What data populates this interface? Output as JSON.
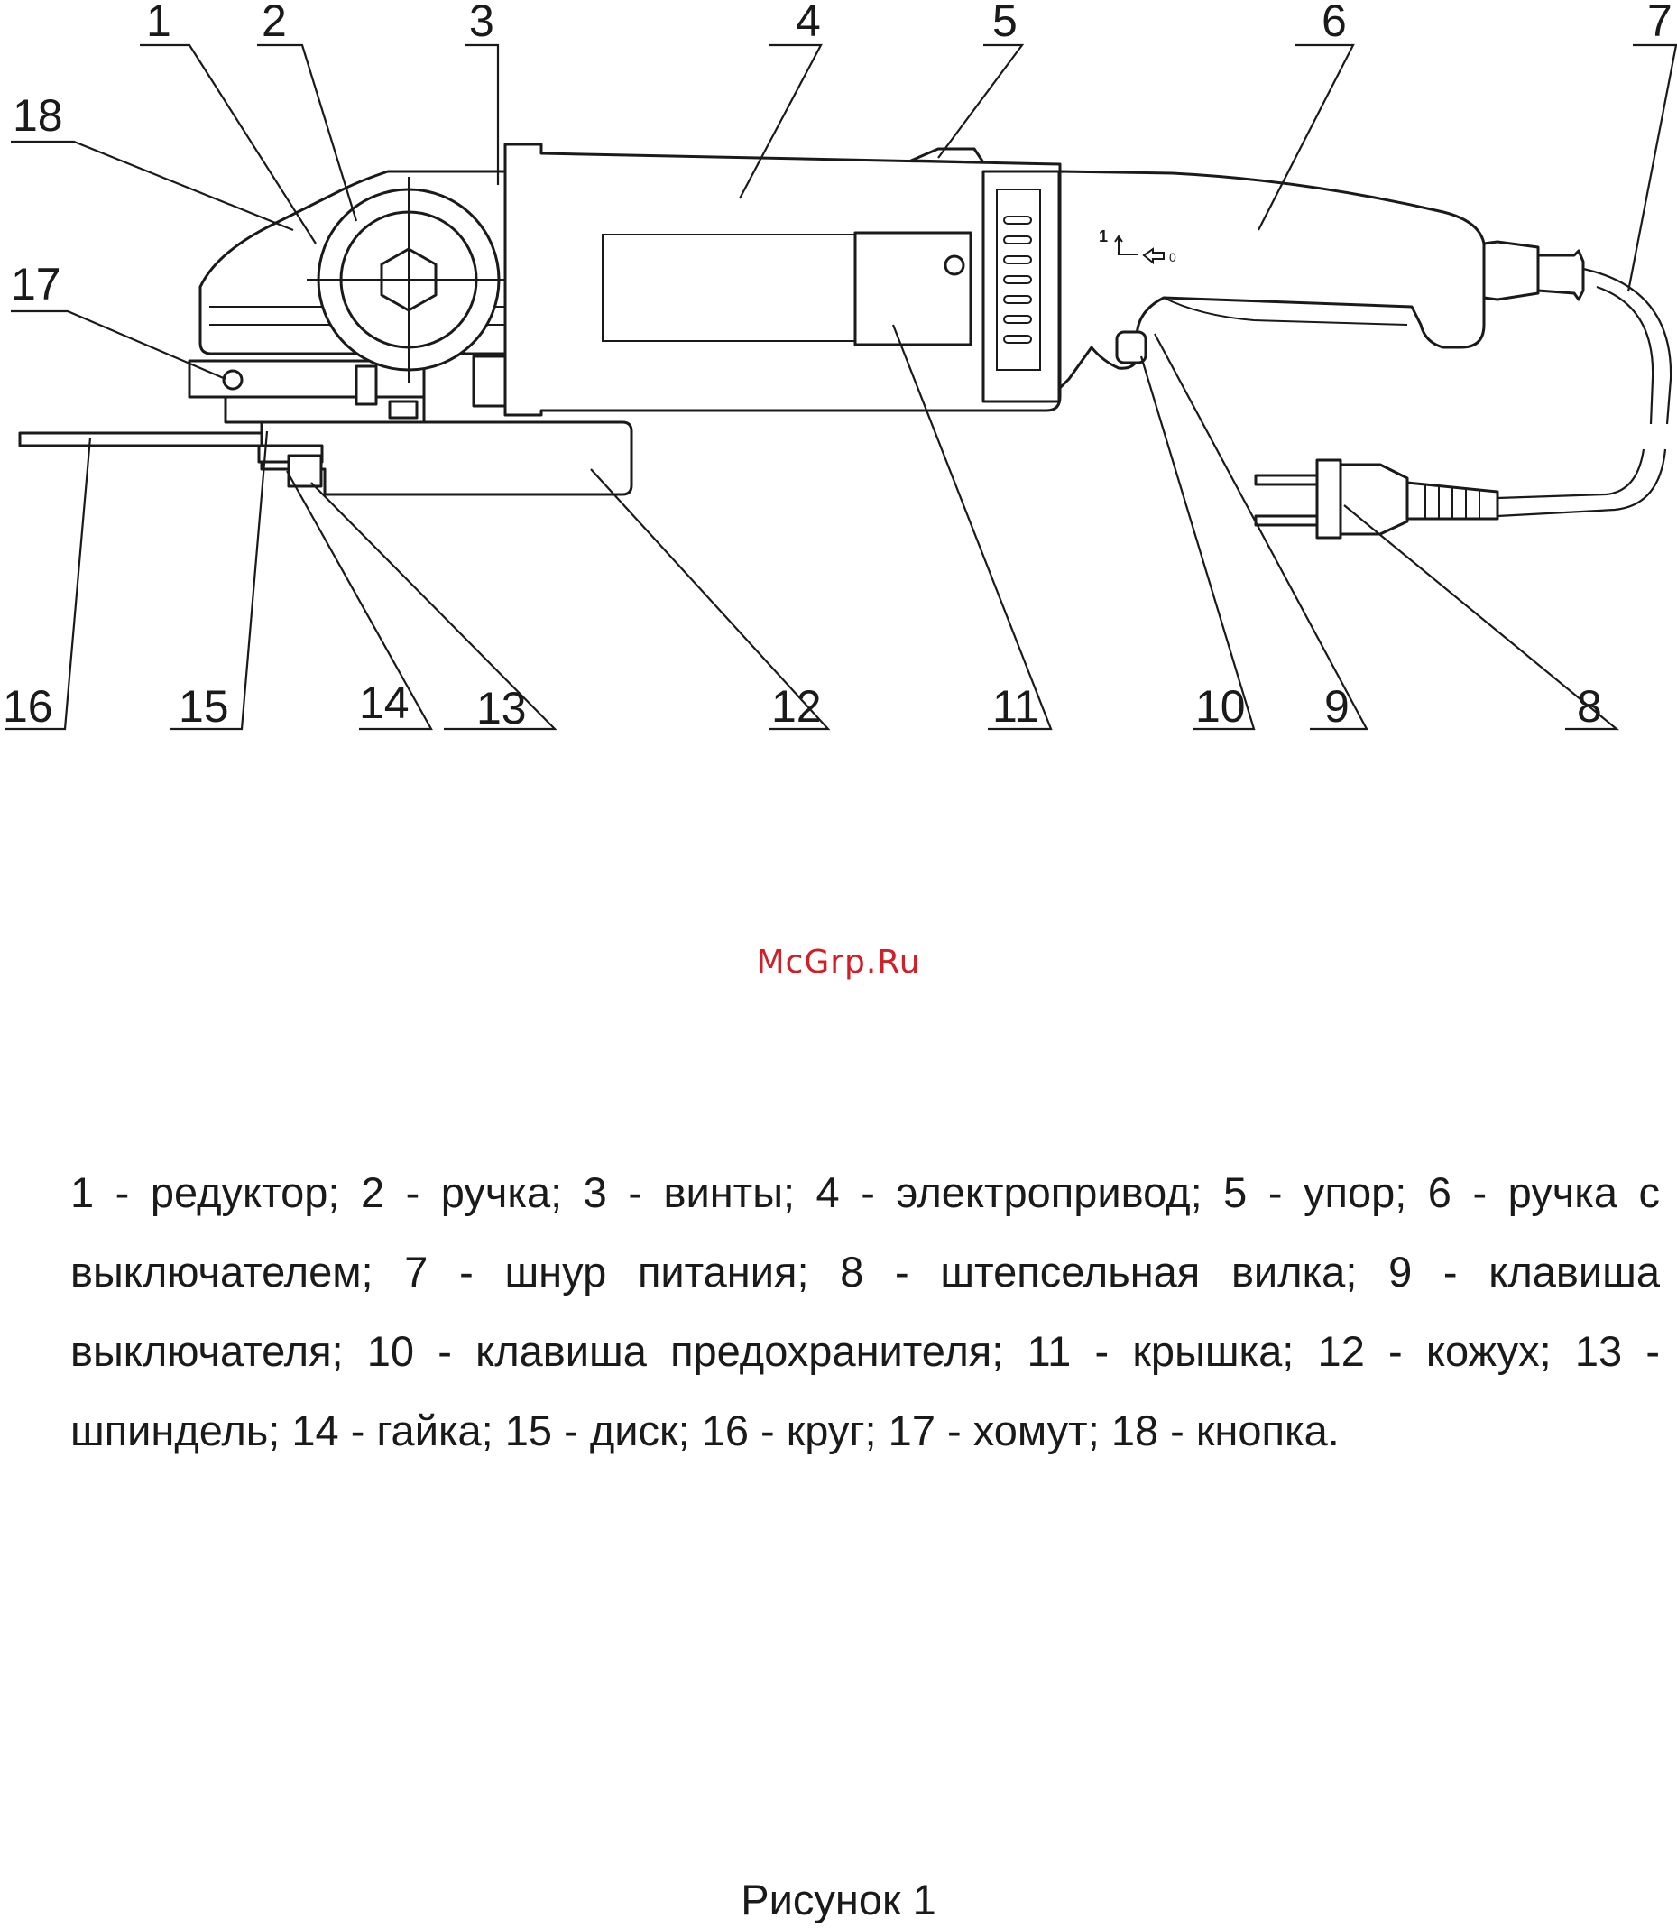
{
  "figure": {
    "callouts": [
      "1",
      "2",
      "3",
      "4",
      "5",
      "6",
      "7",
      "8",
      "9",
      "10",
      "11",
      "12",
      "13",
      "14",
      "15",
      "16",
      "17",
      "18"
    ],
    "switch_symbol": {
      "on": "1",
      "off": "0"
    }
  },
  "watermark": "McGrp.Ru",
  "legend": "1 - редуктор; 2 - ручка; 3 - винты; 4 - электропривод; 5 - упор; 6 - ручка с выключателем; 7 - шнур питания; 8 - штепсельная вилка; 9 - клавиша выключателя; 10 - клавиша предохранителя; 11 - крышка; 12 - кожух; 13 - шпиндель; 14 - гайка; 15 - диск; 16 - круг; 17 - хомут; 18 - кнопка.",
  "caption": "Рисунок 1"
}
